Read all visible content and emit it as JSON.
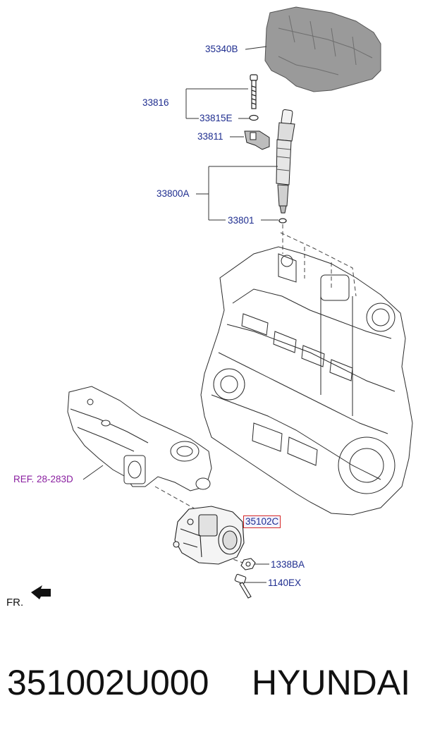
{
  "callouts": {
    "c35340B": "35340B",
    "c33816": "33816",
    "c33815E": "33815E",
    "c33811": "33811",
    "c33800A": "33800A",
    "c33801": "33801",
    "ref28283D": "REF. 28-283D",
    "c35102C": "35102C",
    "c1338BA": "1338BA",
    "c1140EX": "1140EX"
  },
  "fr_label": "FR.",
  "footer": {
    "part_number": "351002U000",
    "brand": "HYUNDAI"
  },
  "colors": {
    "callout_text": "#1e2d8f",
    "ref_text": "#8a1fa0",
    "highlight_border": "#d62828",
    "line_art": "#333333"
  }
}
